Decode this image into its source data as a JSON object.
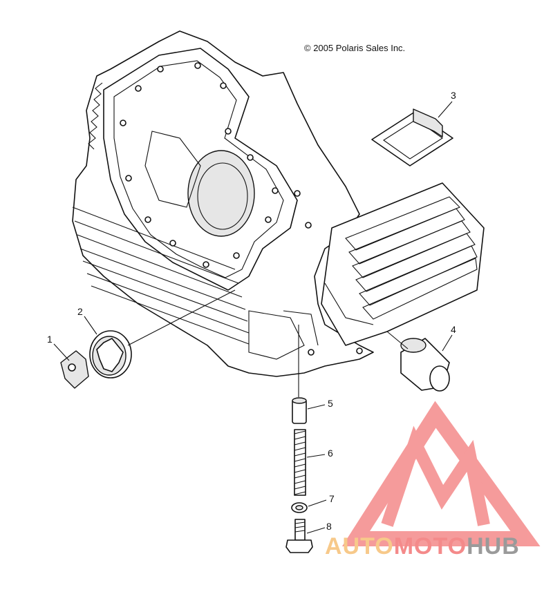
{
  "copyright": "© 2005 Polaris Sales Inc.",
  "callouts": [
    {
      "id": "1",
      "label": "1"
    },
    {
      "id": "2",
      "label": "2"
    },
    {
      "id": "3",
      "label": "3"
    },
    {
      "id": "4",
      "label": "4"
    },
    {
      "id": "5",
      "label": "5"
    },
    {
      "id": "6",
      "label": "6"
    },
    {
      "id": "7",
      "label": "7"
    },
    {
      "id": "8",
      "label": "8"
    }
  ],
  "watermark": {
    "part_a": "AUTO",
    "part_b": "MOTO",
    "part_c": "HUB",
    "color_a": "#f7c98a",
    "color_b": "#f48a8a",
    "color_c": "#9a9a9a",
    "logo_color": "#f48a8a"
  }
}
